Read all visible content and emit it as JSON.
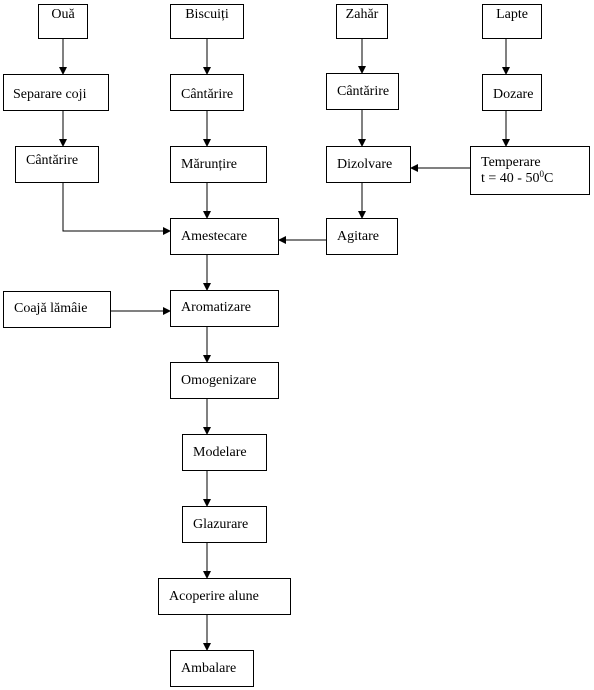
{
  "nodes": {
    "oua": "Ouă",
    "biscuiti": "Biscuiți",
    "zahar": "Zahăr",
    "lapte": "Lapte",
    "separare_coji": "Separare coji",
    "cantarire_biscuiti": "Cântărire",
    "cantarire_zahar": "Cântărire",
    "dozare": "Dozare",
    "cantarire_oua": "Cântărire",
    "maruntire": "Mărunțire",
    "dizolvare": "Dizolvare",
    "temperare_title": "Temperare",
    "temperare_cond_prefix": "t = 40 - 50",
    "temperare_cond_sup": "0",
    "temperare_cond_suffix": "C",
    "amestecare": "Amestecare",
    "agitare": "Agitare",
    "coaja_lamaie": "Coajă lămâie",
    "aromatizare": "Aromatizare",
    "omogenizare": "Omogenizare",
    "modelare": "Modelare",
    "glazurare": "Glazurare",
    "acoperire_alune": "Acoperire alune",
    "ambalare": "Ambalare"
  }
}
